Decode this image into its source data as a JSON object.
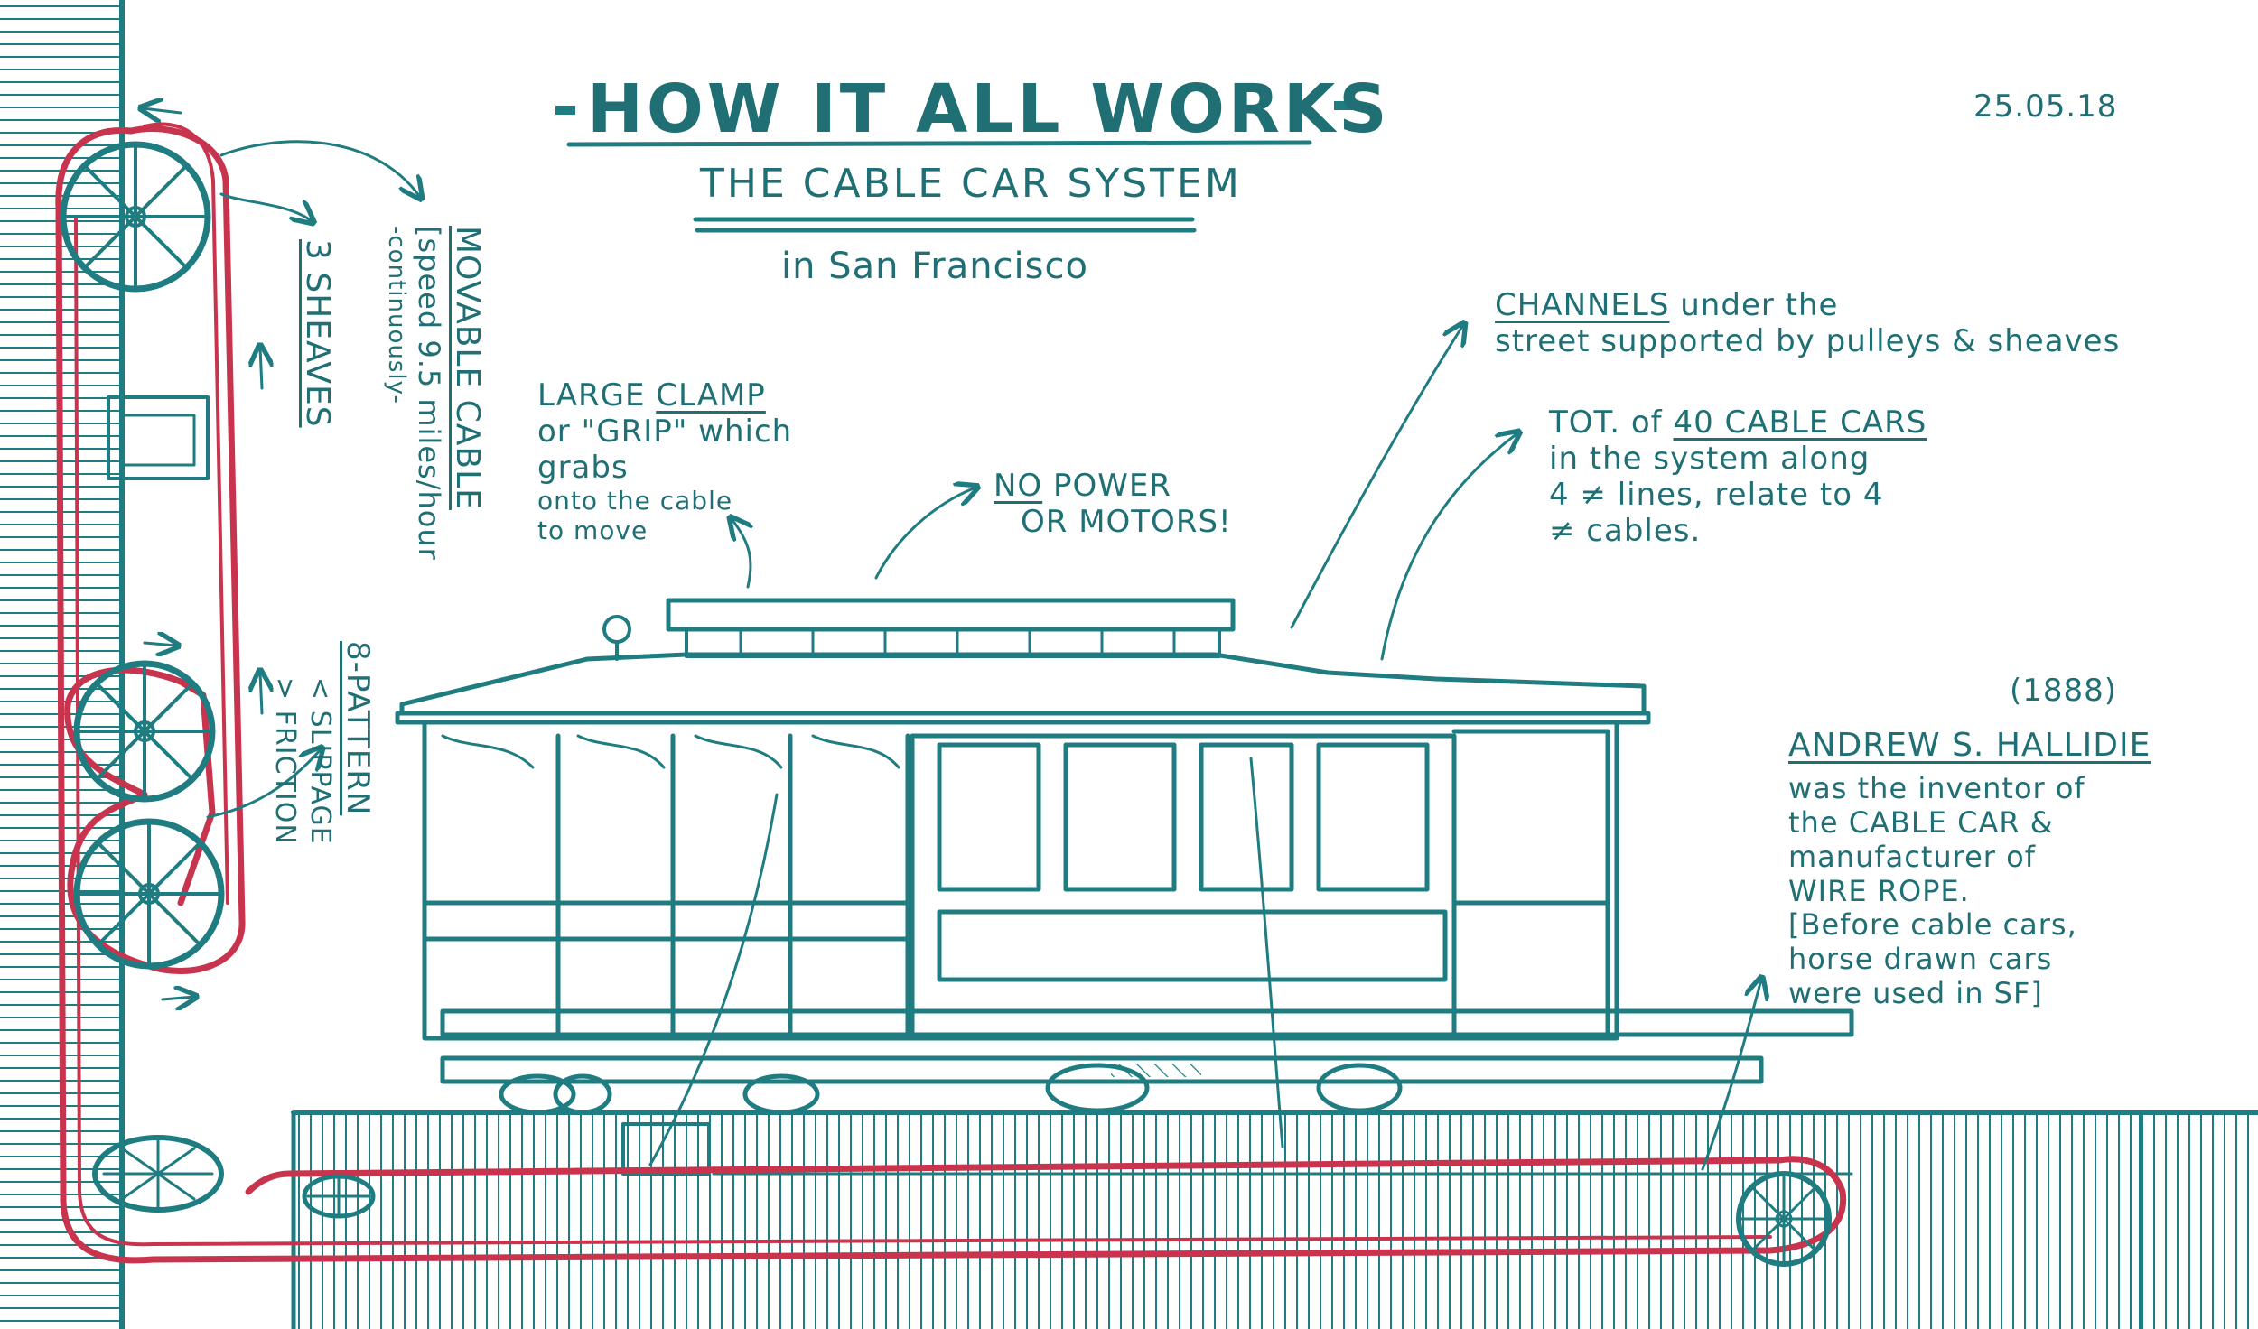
{
  "title": "HOW IT ALL WORKS",
  "subtitle": "THE CABLE CAR SYSTEM",
  "location": "in San Francisco",
  "date": "25.05.18",
  "annotations": {
    "channels_head": "CHANNELS",
    "channels_rest": " under the",
    "channels_line2": "street supported by pulleys & sheaves",
    "clamp_line1": "LARGE ",
    "clamp_word": "CLAMP",
    "clamp_line2": "or \"GRIP\" which",
    "clamp_line3": "grabs",
    "clamp_line4": "onto the cable",
    "clamp_line5": "to move",
    "power_no": "NO",
    "power_line1": " POWER",
    "power_line2": "OR MOTORS!",
    "cars_line1a": "TOT. of ",
    "cars_count": "40 CABLE CARS",
    "cars_line2": "in the system along",
    "cars_line3": "4 ≠ lines, relate to 4",
    "cars_line4": "≠ cables.",
    "year": "(1888)",
    "inventor_name": "ANDREW S. HALLIDIE",
    "inventor_line1": "was the inventor of",
    "inventor_line2": "the CABLE CAR &",
    "inventor_line3": "manufacturer of",
    "inventor_line4": "WIRE ROPE.",
    "inventor_line5": "[Before cable cars,",
    "inventor_line6": "horse drawn cars",
    "inventor_line7": "were used in SF]",
    "sheaves": "3 SHEAVES",
    "cable_label": "MOVABLE CABLE",
    "cable_speed": "[speed 9.5 miles/hour",
    "cable_cont": "-continuously-",
    "pattern_label": "8-PATTERN",
    "pattern_slip": "< SLIPPAGE",
    "pattern_fric": "> FRICTION"
  },
  "colors": {
    "ink": "#1f7d82",
    "cable": "#c8344e"
  }
}
